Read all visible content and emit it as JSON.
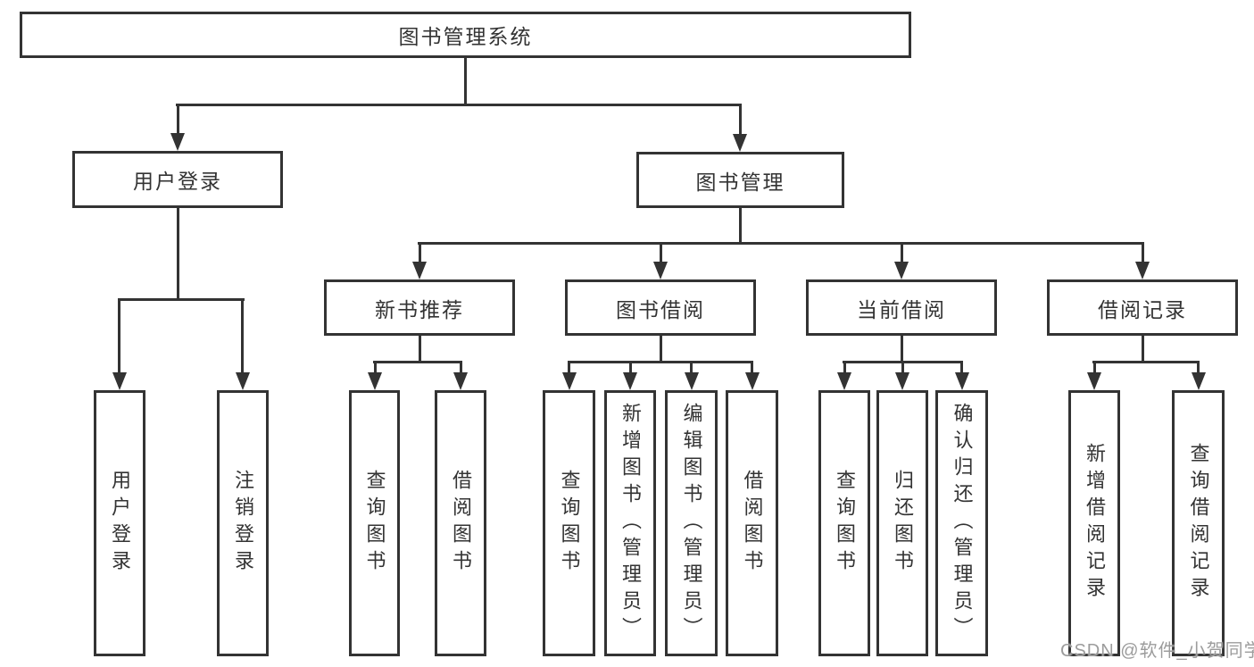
{
  "diagram": {
    "root": {
      "label": "图书管理系统"
    },
    "branches": [
      {
        "label": "用户登录",
        "children": [
          {
            "label": "用户登录"
          },
          {
            "label": "注销登录"
          }
        ]
      },
      {
        "label": "图书管理",
        "children": [
          {
            "label": "新书推荐",
            "children": [
              {
                "label": "查询图书"
              },
              {
                "label": "借阅图书"
              }
            ]
          },
          {
            "label": "图书借阅",
            "children": [
              {
                "label": "查询图书"
              },
              {
                "label": "新增图书（管理员）"
              },
              {
                "label": "编辑图书（管理员）"
              },
              {
                "label": "借阅图书"
              }
            ]
          },
          {
            "label": "当前借阅",
            "children": [
              {
                "label": "查询图书"
              },
              {
                "label": "归还图书"
              },
              {
                "label": "确认归还（管理员）"
              }
            ]
          },
          {
            "label": "借阅记录",
            "children": [
              {
                "label": "新增借阅记录"
              },
              {
                "label": "查询借阅记录"
              }
            ]
          }
        ]
      }
    ]
  },
  "watermark": {
    "text": "CSDN @软件_小贺同学"
  },
  "colors": {
    "line": "#333333",
    "text": "#333333",
    "watermark": "#9c9c9c",
    "background": "#ffffff"
  }
}
